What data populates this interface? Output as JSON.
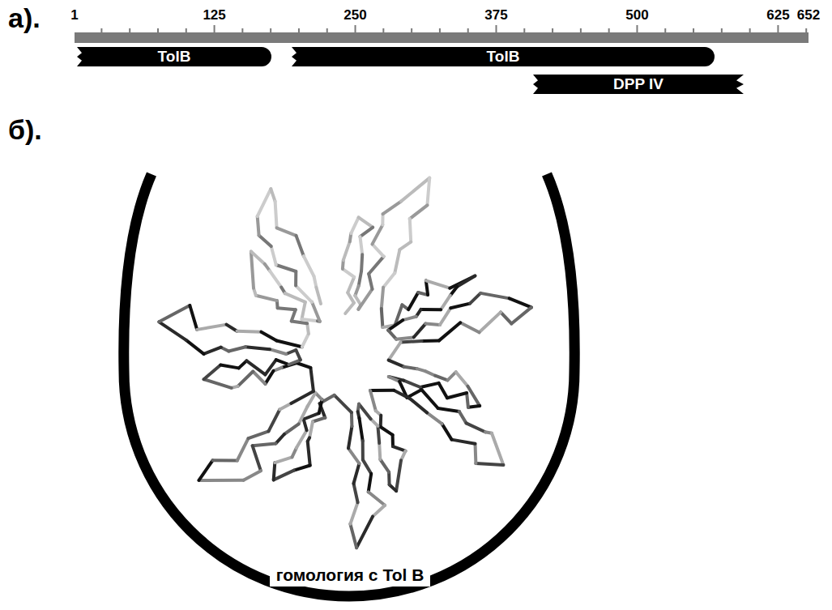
{
  "diagram": {
    "nodes": [
      {
        "text": [
          "TolB"
        ]
      },
      {
        "text": [
          "TolB"
        ]
      },
      {
        "text": [
          "DPP IV"
        ]
      }
    ],
    "labels": [
      "а).",
      "б).",
      "1",
      "125",
      "250",
      "375",
      "500",
      "625",
      "652",
      "гомология с Tol B"
    ]
  }
}
